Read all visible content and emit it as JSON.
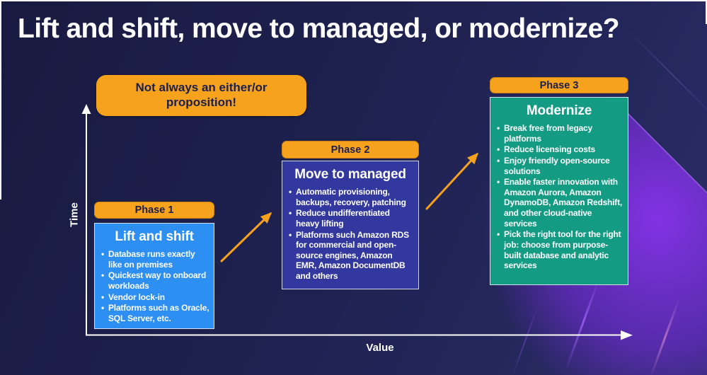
{
  "title": "Lift and shift, move to managed, or modernize?",
  "callout": {
    "text": "Not always an either/or proposition!"
  },
  "axes": {
    "y_label": "Time",
    "x_label": "Value"
  },
  "phases": [
    {
      "label": "Phase 1",
      "title": "Lift and shift",
      "bullets": [
        "Database runs exactly like on premises",
        "Quickest way to onboard workloads",
        "Vendor lock-in",
        "Platforms such as Oracle, SQL Server, etc."
      ]
    },
    {
      "label": "Phase 2",
      "title": "Move to managed",
      "bullets": [
        "Automatic provisioning, backups, recovery, patching",
        "Reduce undifferentiated heavy lifting",
        "Platforms such Amazon RDS for commercial and open-source engines, Amazon EMR, Amazon DocumentDB and others"
      ]
    },
    {
      "label": "Phase 3",
      "title": "Modernize",
      "bullets": [
        "Break free from legacy platforms",
        "Reduce licensing costs",
        "Enjoy friendly open-source solutions",
        "Enable faster innovation with Amazon Aurora, Amazon DynamoDB, Amazon Redshift, and other cloud-native services",
        "Pick the right tool for the right job: choose from purpose-built database and analytic services"
      ]
    }
  ],
  "colors": {
    "background_navy": "#1e2150",
    "accent_orange": "#f7a21c",
    "phase1_blue": "#2e8ff2",
    "phase2_indigo": "#32389d",
    "phase3_teal": "#149b84",
    "dark_text": "#1b1f4e",
    "light_text": "#ffffff",
    "beam_purple": "#7c2ee6"
  }
}
